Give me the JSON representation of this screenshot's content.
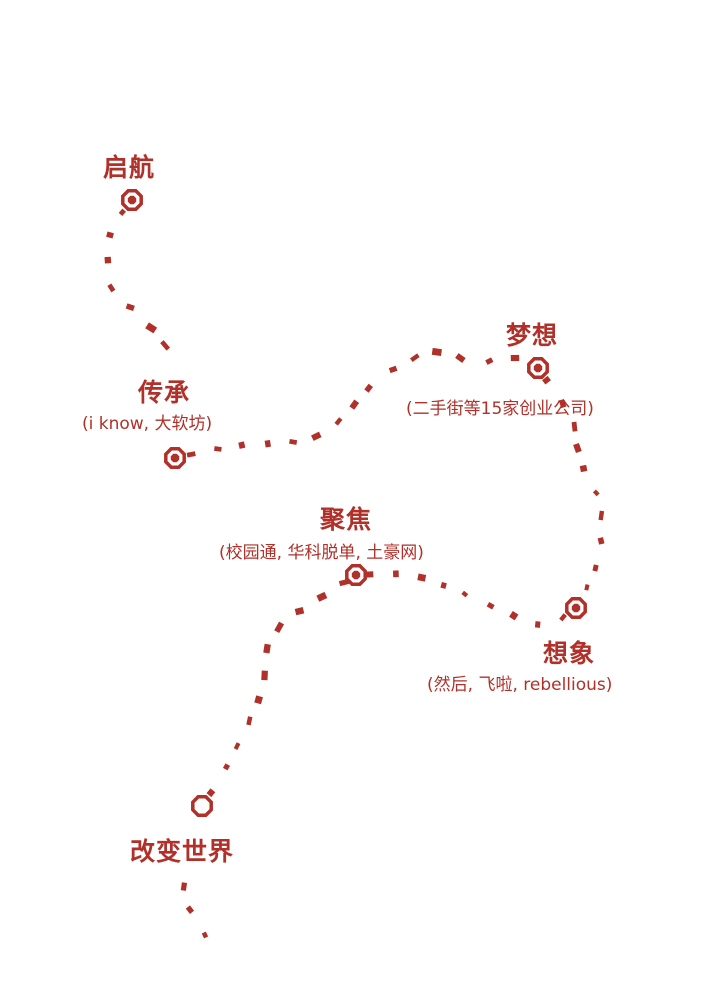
{
  "milestones": [
    {
      "title": "启航",
      "subtitle": ""
    },
    {
      "title": "传承",
      "subtitle": "(i know, 大软坊)"
    },
    {
      "title": "梦想",
      "subtitle": "(二手街等15家创业公司)"
    },
    {
      "title": "聚焦",
      "subtitle": "(校园通, 华科脱单, 土豪网)"
    },
    {
      "title": "想象",
      "subtitle": "(然后, 飞啦, rebellious)"
    },
    {
      "title": "改变世界",
      "subtitle": ""
    }
  ],
  "colors": {
    "accent": "#b0302a",
    "background": "#ffffff"
  }
}
